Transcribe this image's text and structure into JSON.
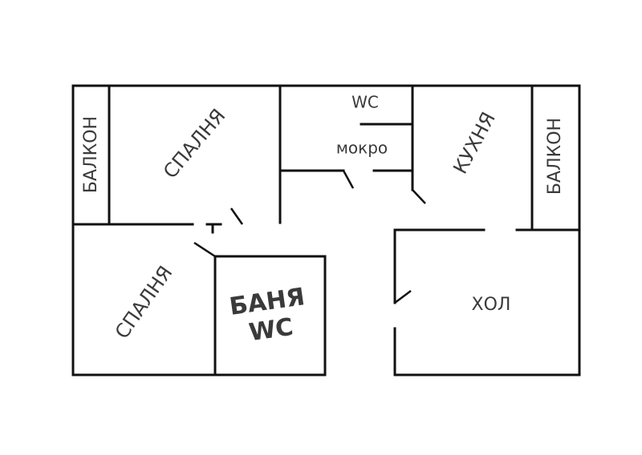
{
  "floor_plan": {
    "rooms": {
      "balcony_left": "БАЛКОН",
      "bedroom_top": "СПАЛНЯ",
      "wc": "WC",
      "wet_area": "мокро",
      "kitchen": "КУХНЯ",
      "balcony_right": "БАЛКОН",
      "bedroom_bottom": "СПАЛНЯ",
      "bath_line1": "БАНЯ",
      "bath_line2": "WC",
      "hall": "ХОЛ"
    }
  }
}
